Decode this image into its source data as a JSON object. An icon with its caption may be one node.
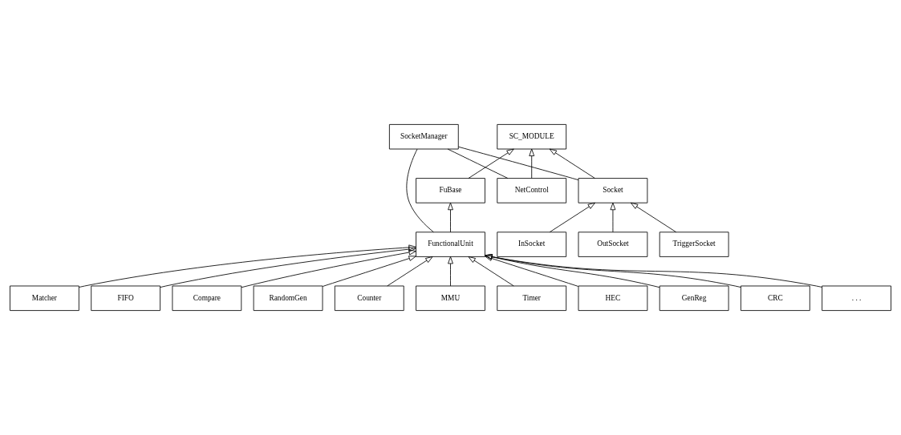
{
  "diagram": {
    "nodes": [
      {
        "text": [
          "SocketManager"
        ]
      },
      {
        "text": [
          "Socket"
        ]
      },
      {
        "text": [
          "SC_MODULE"
        ]
      },
      {
        "text": [
          "FuBase"
        ]
      },
      {
        "text": [
          "InSocket"
        ]
      },
      {
        "text": [
          "OutSocket"
        ]
      },
      {
        "text": [
          "TriggerSocket"
        ]
      },
      {
        "text": [
          "NetControl"
        ]
      },
      {
        "text": [
          "Matcher"
        ]
      },
      {
        "text": [
          "FunctionalUnit"
        ]
      },
      {
        "text": [
          "FIFO"
        ]
      },
      {
        "text": [
          "Compare"
        ]
      },
      {
        "text": [
          "RandomGen"
        ]
      },
      {
        "text": [
          "Counter"
        ]
      },
      {
        "text": [
          "MMU"
        ]
      },
      {
        "text": [
          "Timer"
        ]
      },
      {
        "text": [
          "HEC"
        ]
      },
      {
        "text": [
          "GenReg"
        ]
      },
      {
        "text": [
          "CRC"
        ]
      },
      {
        "text": [
          ". . ."
        ]
      }
    ],
    "edges": [
      {
        "from": 0,
        "to": 1,
        "arrow": "none"
      },
      {
        "from": 0,
        "to": 7,
        "arrow": "none"
      },
      {
        "from": 0,
        "to": 9,
        "arrow": "none"
      },
      {
        "from": 1,
        "to": 2,
        "arrow": "to"
      },
      {
        "from": 3,
        "to": 2,
        "arrow": "to"
      },
      {
        "from": 9,
        "to": 3,
        "arrow": "to"
      },
      {
        "from": 4,
        "to": 1,
        "arrow": "to"
      },
      {
        "from": 5,
        "to": 1,
        "arrow": "to"
      },
      {
        "from": 6,
        "to": 1,
        "arrow": "to"
      },
      {
        "from": 7,
        "to": 2,
        "arrow": "to"
      },
      {
        "from": 8,
        "to": 9,
        "arrow": "to"
      },
      {
        "from": 10,
        "to": 9,
        "arrow": "to"
      },
      {
        "from": 11,
        "to": 9,
        "arrow": "to"
      },
      {
        "from": 12,
        "to": 9,
        "arrow": "to"
      },
      {
        "from": 13,
        "to": 9,
        "arrow": "to"
      },
      {
        "from": 14,
        "to": 9,
        "arrow": "to"
      },
      {
        "from": 15,
        "to": 9,
        "arrow": "to"
      },
      {
        "from": 16,
        "to": 9,
        "arrow": "to"
      },
      {
        "from": 17,
        "to": 9,
        "arrow": "to"
      },
      {
        "from": 18,
        "to": 9,
        "arrow": "to"
      },
      {
        "from": 19,
        "to": 9,
        "arrow": "to"
      }
    ]
  }
}
